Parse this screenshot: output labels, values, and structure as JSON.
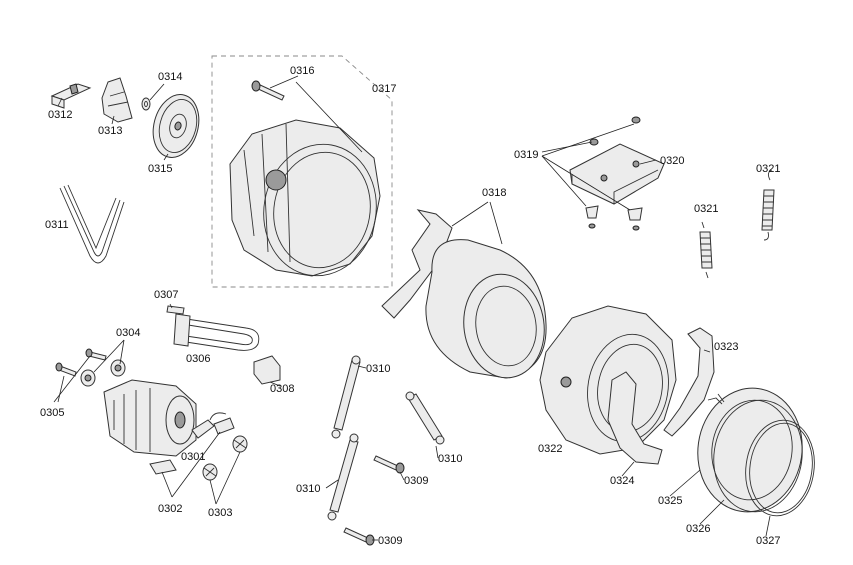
{
  "labels": {
    "l0301": "0301",
    "l0302": "0302",
    "l0303": "0303",
    "l0304": "0304",
    "l0305": "0305",
    "l0306": "0306",
    "l0307": "0307",
    "l0308": "0308",
    "l0309a": "0309",
    "l0309b": "0309",
    "l0310a": "0310",
    "l0310b": "0310",
    "l0310c": "0310",
    "l0311": "0311",
    "l0312": "0312",
    "l0313": "0313",
    "l0314": "0314",
    "l0315": "0315",
    "l0316": "0316",
    "l0317": "0317",
    "l0318": "0318",
    "l0319": "0319",
    "l0320": "0320",
    "l0321a": "0321",
    "l0321b": "0321",
    "l0322": "0322",
    "l0323": "0323",
    "l0324": "0324",
    "l0325": "0325",
    "l0326": "0326",
    "l0327": "0327"
  },
  "colors": {
    "line": "#222222",
    "part_fill": "#ececec",
    "dash": "#8a8a8a"
  }
}
